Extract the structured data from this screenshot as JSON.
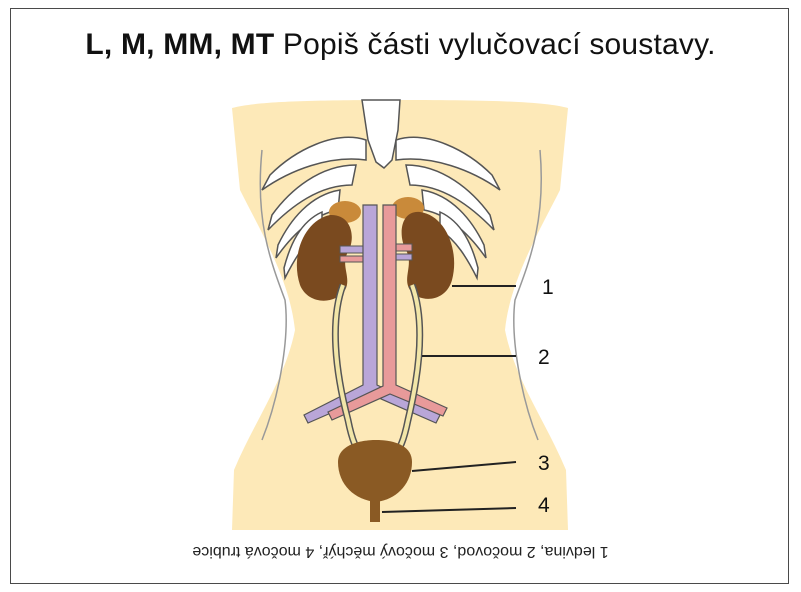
{
  "title": {
    "bold_part": "L, M, MM, MT",
    "rest": " Popiš části vylučovací soustavy."
  },
  "labels": [
    "1",
    "2",
    "3",
    "4"
  ],
  "caption": "1 ledvina, 2 močovod, 3 močový měchýř, 4 močová trubice",
  "colors": {
    "skin": "#fde9b8",
    "kidney": "#7a4a1f",
    "adrenal": "#c98a3a",
    "vein": "#b9a6d8",
    "artery": "#e89a9a",
    "ureter": "#f2e6a8",
    "bladder": "#8a5a24"
  }
}
